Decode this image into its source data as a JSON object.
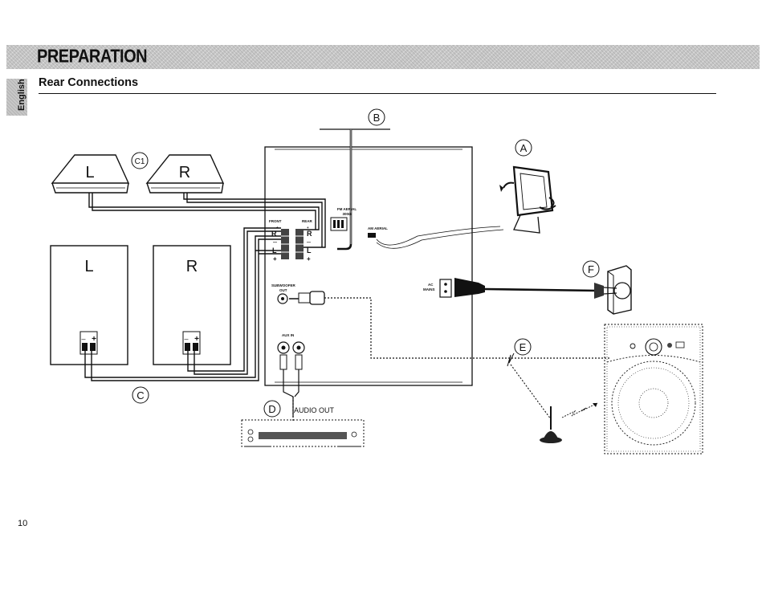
{
  "page": {
    "banner_title": "PREPARATION",
    "side_tab": "English",
    "section_title": "Rear Connections",
    "page_number": "10"
  },
  "diagram": {
    "callouts": {
      "a": "A",
      "b": "B",
      "c": "C",
      "c1": "C1",
      "d": "D",
      "e": "E",
      "f": "F"
    },
    "speakers": {
      "front_left": "L",
      "front_right": "R",
      "rear_left": "L",
      "rear_right": "R",
      "terminal_minus": "–",
      "terminal_plus": "+"
    },
    "panel": {
      "front": "FRONT",
      "rear": "REAR",
      "r": "R",
      "l": "L",
      "minus": "–",
      "plus": "+",
      "fm_aerial": "FM AERIAL",
      "fm_ohms": "300Ω",
      "am_aerial": "AM AERIAL",
      "subwoofer_out_1": "SUBWOOFER",
      "subwoofer_out_2": "OUT",
      "aux_in": "AUX IN",
      "ac_mains_1": "AC",
      "ac_mains_2": "MAINS"
    },
    "audio_out": "AUDIO OUT"
  }
}
